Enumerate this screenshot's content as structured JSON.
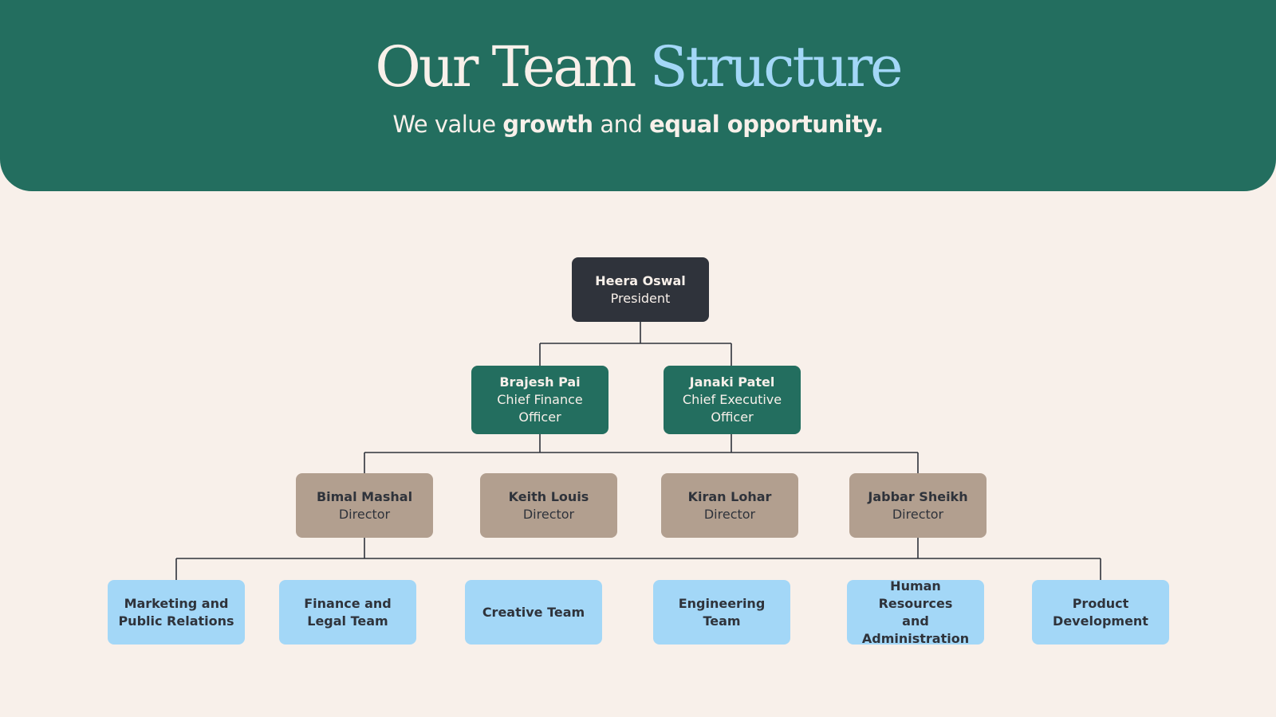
{
  "header": {
    "title_part1": "Our Team",
    "title_part2": "Structure",
    "subtitle": {
      "prefix": "We value",
      "bold1": "growth",
      "middle": "and",
      "bold2": "equal opportunity."
    }
  },
  "colors": {
    "header_bg": "#236e5f",
    "page_bg": "#f8f0ea",
    "title_accent": "#a3d7f7",
    "president_box": "#2f333b",
    "executive_box": "#236e5f",
    "director_box": "#b29f8f",
    "team_box": "#a3d7f7",
    "connector": "#2f333b"
  },
  "org": {
    "president": {
      "name": "Heera Oswal",
      "role": "President"
    },
    "executives": [
      {
        "name": "Brajesh Pai",
        "role": "Chief Finance Officer"
      },
      {
        "name": "Janaki Patel",
        "role": "Chief Executive Officer"
      }
    ],
    "directors": [
      {
        "name": "Bimal Mashal",
        "role": "Director"
      },
      {
        "name": "Keith Louis",
        "role": "Director"
      },
      {
        "name": "Kiran Lohar",
        "role": "Director"
      },
      {
        "name": "Jabbar Sheikh",
        "role": "Director"
      }
    ],
    "teams": [
      "Marketing and\nPublic Relations",
      "Finance and\nLegal Team",
      "Creative Team",
      "Engineering Team",
      "Human Resources\nand Administration",
      "Product\nDevelopment"
    ]
  }
}
